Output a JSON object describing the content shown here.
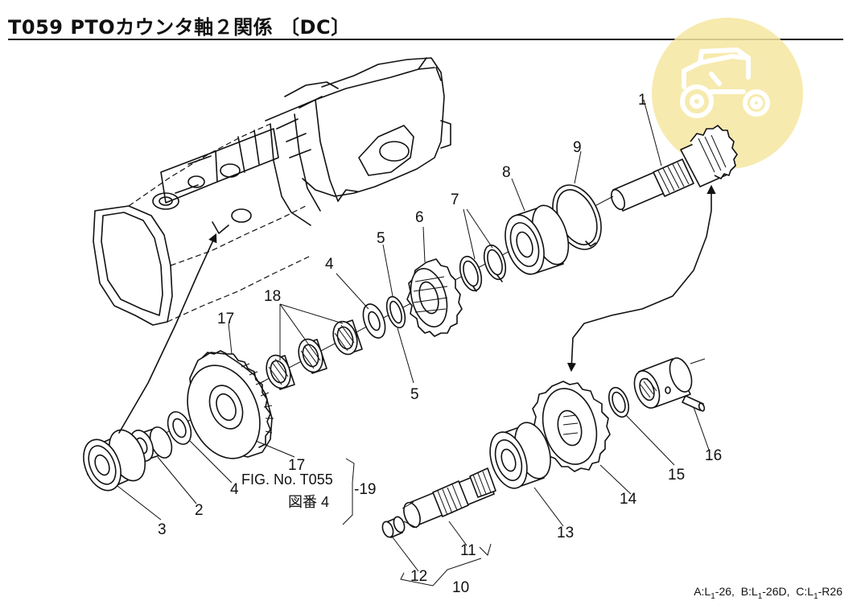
{
  "title": "T059  PTOカウンタ軸２関係  〔DC〕",
  "footnote": {
    "a_prefix": "A:L",
    "a_sub": "1",
    "a_suffix": "-26,",
    "b_prefix": "B:L",
    "b_sub": "1",
    "b_suffix": "-26D,",
    "c_prefix": "C:L",
    "c_sub": "1",
    "c_suffix": "-R26"
  },
  "reference": {
    "fig_line": "FIG. No. T055",
    "zuban_line": "図番  4",
    "assembly_no": "-19"
  },
  "parts": [
    {
      "no": "1"
    },
    {
      "no": "2"
    },
    {
      "no": "3"
    },
    {
      "no": "4"
    },
    {
      "no": "5"
    },
    {
      "no": "6"
    },
    {
      "no": "7"
    },
    {
      "no": "8"
    },
    {
      "no": "9"
    },
    {
      "no": "10"
    },
    {
      "no": "11"
    },
    {
      "no": "12"
    },
    {
      "no": "13"
    },
    {
      "no": "14"
    },
    {
      "no": "15"
    },
    {
      "no": "16"
    },
    {
      "no": "17"
    },
    {
      "no": "18"
    }
  ],
  "watermark": {
    "icon": "tractor-icon",
    "color": "#f6e6a0"
  }
}
